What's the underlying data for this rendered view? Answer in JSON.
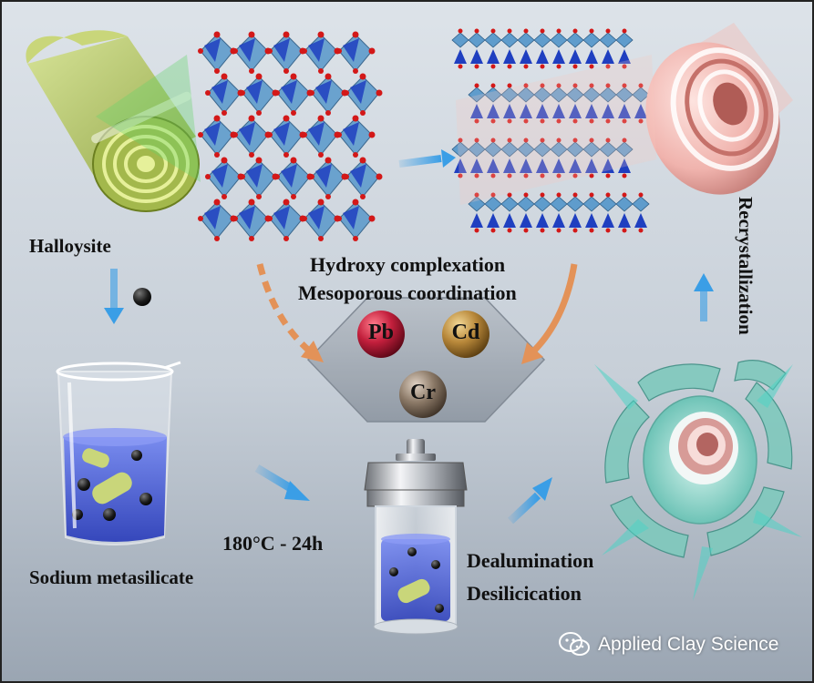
{
  "labels": {
    "halloysite": "Halloysite",
    "hydroxy_complexation": "Hydroxy complexation",
    "mesoporous_coordination": "Mesoporous coordination",
    "sodium_metasilicate": "Sodium metasilicate",
    "temperature_time": "180°C - 24h",
    "dealumination": "Dealumination",
    "desilicication": "Desilicication",
    "recrystallization": "Recrystallization"
  },
  "ions": {
    "pb": "Pb",
    "cd": "Cd",
    "cr": "Cr"
  },
  "watermark": {
    "text": "Applied Clay Science",
    "icon": "wechat-icon"
  },
  "colors": {
    "background_top": "#d9dfe6",
    "background_bottom": "#9ea9b6",
    "arrow_blue": "#3a9ee6",
    "arrow_orange": "#e39258",
    "halloysite_green": "#aec25a",
    "octahedron_blue": "#5f9ccc",
    "tetrahedron_blue": "#1f3fc0",
    "oxygen_red": "#d31818",
    "tube_pink": "#f2b9b4",
    "pb_red": "#c21f3c",
    "cd_gold": "#b8883a",
    "cr_gray": "#8c7a68"
  }
}
